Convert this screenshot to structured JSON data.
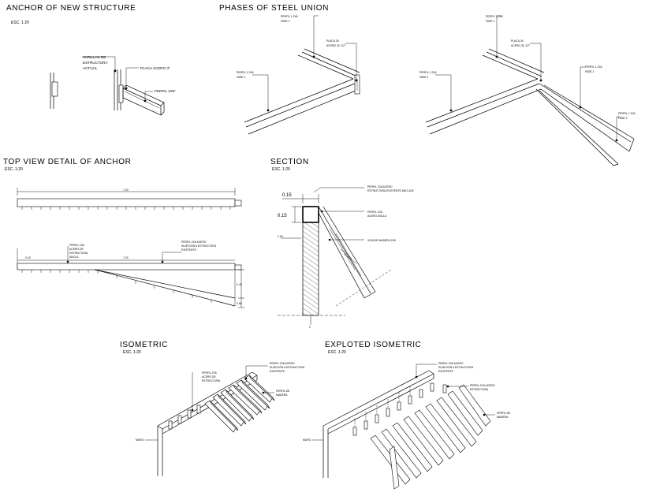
{
  "sections": {
    "anchor": {
      "title": "ANCHOR OF NEW STRUCTURE",
      "scale": "ESC. 1:20",
      "labels": {
        "rebars_1": "VARILLAS DE",
        "rebars_2": "ESTRUCTURA",
        "rebars_3": "ACTUAL",
        "plate": "PLACA ACERO 3\"",
        "profile": "PERFIL 2X6\""
      }
    },
    "phases": {
      "title": "PHASES OF STEEL UNION",
      "labels": {
        "a_pt1_1": "PERFIL 1 2X6",
        "a_pt1_2": "FASE 1",
        "a_top_1": "PERFIL 1 2X6",
        "a_top_2": "FASE 1",
        "a_plate_1": "PLACA 30",
        "a_plate_2": "ACERO 3C 1/2\"",
        "b_pt1_1": "PERFIL 1 2X6",
        "b_pt1_2": "FASE 1",
        "b_top_1": "PERFIL 1 2X6",
        "b_top_2": "FASE 1",
        "b_plate_1": "PLACA 30",
        "b_plate_2": "ACERO 3C 1/2\"",
        "b_ph2_1": "PERFIL 1 2X6",
        "b_ph2_2": "FASE 2",
        "b_ph3_1": "PERFIL 1 2X6",
        "b_ph3_2": "FASE 3"
      }
    },
    "topview": {
      "title": "TOP VIEW DETAIL OF ANCHOR",
      "scale": "ESC. 1:20",
      "labels": {
        "dim_top": "7.20",
        "dim_bottom": "7.20",
        "dim_left": "0.15",
        "left_note_1": "PERFIL 2X6",
        "left_note_2": "ACERO DE",
        "left_note_3": "ESTRUCTURA",
        "left_note_4": "ANCLA",
        "right_note_1": "PERFIL 2X6 ACERO",
        "right_note_2": "SUJECIÓN A ESTRUCTURA",
        "right_note_3": "EXISTENTE",
        "vdim_1": "2.40",
        "vdim_2": "0.60"
      }
    },
    "section": {
      "title": "SECTION",
      "scale": "ESC. 1:20",
      "labels": {
        "dim_a": "0.15",
        "dim_b": "0.15",
        "dim_side": "1.20",
        "note_1a": "PERFIL 2X6 ACERO",
        "note_1b": "ESTRUCTURA EXISTENTE ANCLAJE",
        "note_2a": "PERFIL 2X6",
        "note_2b": "ACERO ANCLA",
        "note_3": "VIGA DE MADERA 2X6",
        "base_mark": "0"
      }
    },
    "isometric": {
      "title": "ISOMETRIC",
      "scale": "ESC. 1:20",
      "labels": {
        "top_1": "PERFIL 2X6 ACERO",
        "top_2": "SUJECIÓN A ESTRUCTURA",
        "top_3": "EXISTENTE",
        "left_1": "PERFIL 2X6",
        "left_2": "ACERO DE",
        "left_3": "ESTRUCTURA",
        "right_1": "PERFIL DE",
        "right_2": "MADERA",
        "side": "MURO"
      }
    },
    "exploded": {
      "title": "EXPLOTED ISOMETRIC",
      "scale": "ESC. 1:20",
      "labels": {
        "top_1": "PERFIL 2X6 ACERO",
        "top_2": "SUJECIÓN A ESTRUCTURA",
        "top_3": "EXISTENTE",
        "mid_1": "PERFIL 2X6 ACERO",
        "mid_2": "ESTRUCTURA",
        "right_1": "PERFIL DE",
        "right_2": "MADERA",
        "side": "MURO"
      }
    }
  }
}
